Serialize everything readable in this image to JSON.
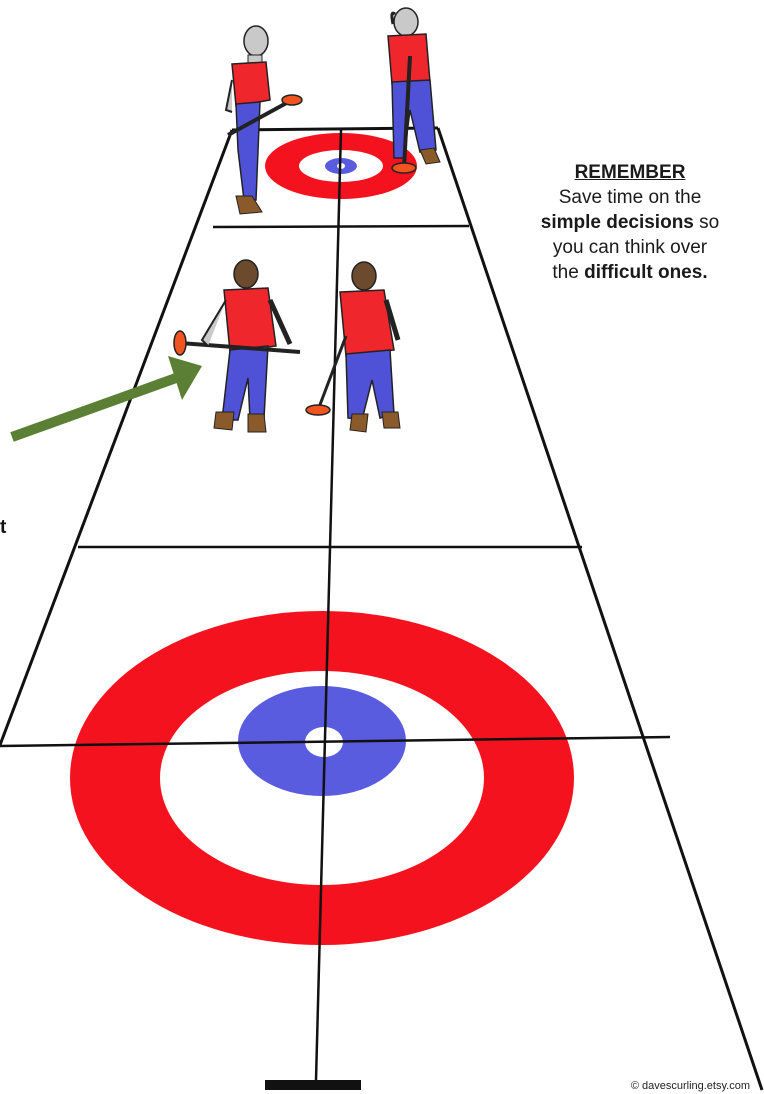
{
  "callout": {
    "heading": "REMEMBER",
    "line1": "Save time on the",
    "line2_bold": "simple decisions",
    "line2_rest": " so",
    "line3": "you can think over",
    "line4_pre": "the ",
    "line4_bold": "difficult ones."
  },
  "stray_letter": "t",
  "credit": "© davescurling.etsy.com",
  "colors": {
    "house_outer": "#f4121e",
    "house_button": "#5a5ce0",
    "shirt": "#f0262d",
    "pants": "#4f52d6",
    "arrow": "#5a7f35",
    "broom_head": "#f0541f"
  },
  "icons": [
    "curling-sheet",
    "house-target",
    "player-figure",
    "broom-icon",
    "arrow-icon",
    "hack-bar"
  ]
}
